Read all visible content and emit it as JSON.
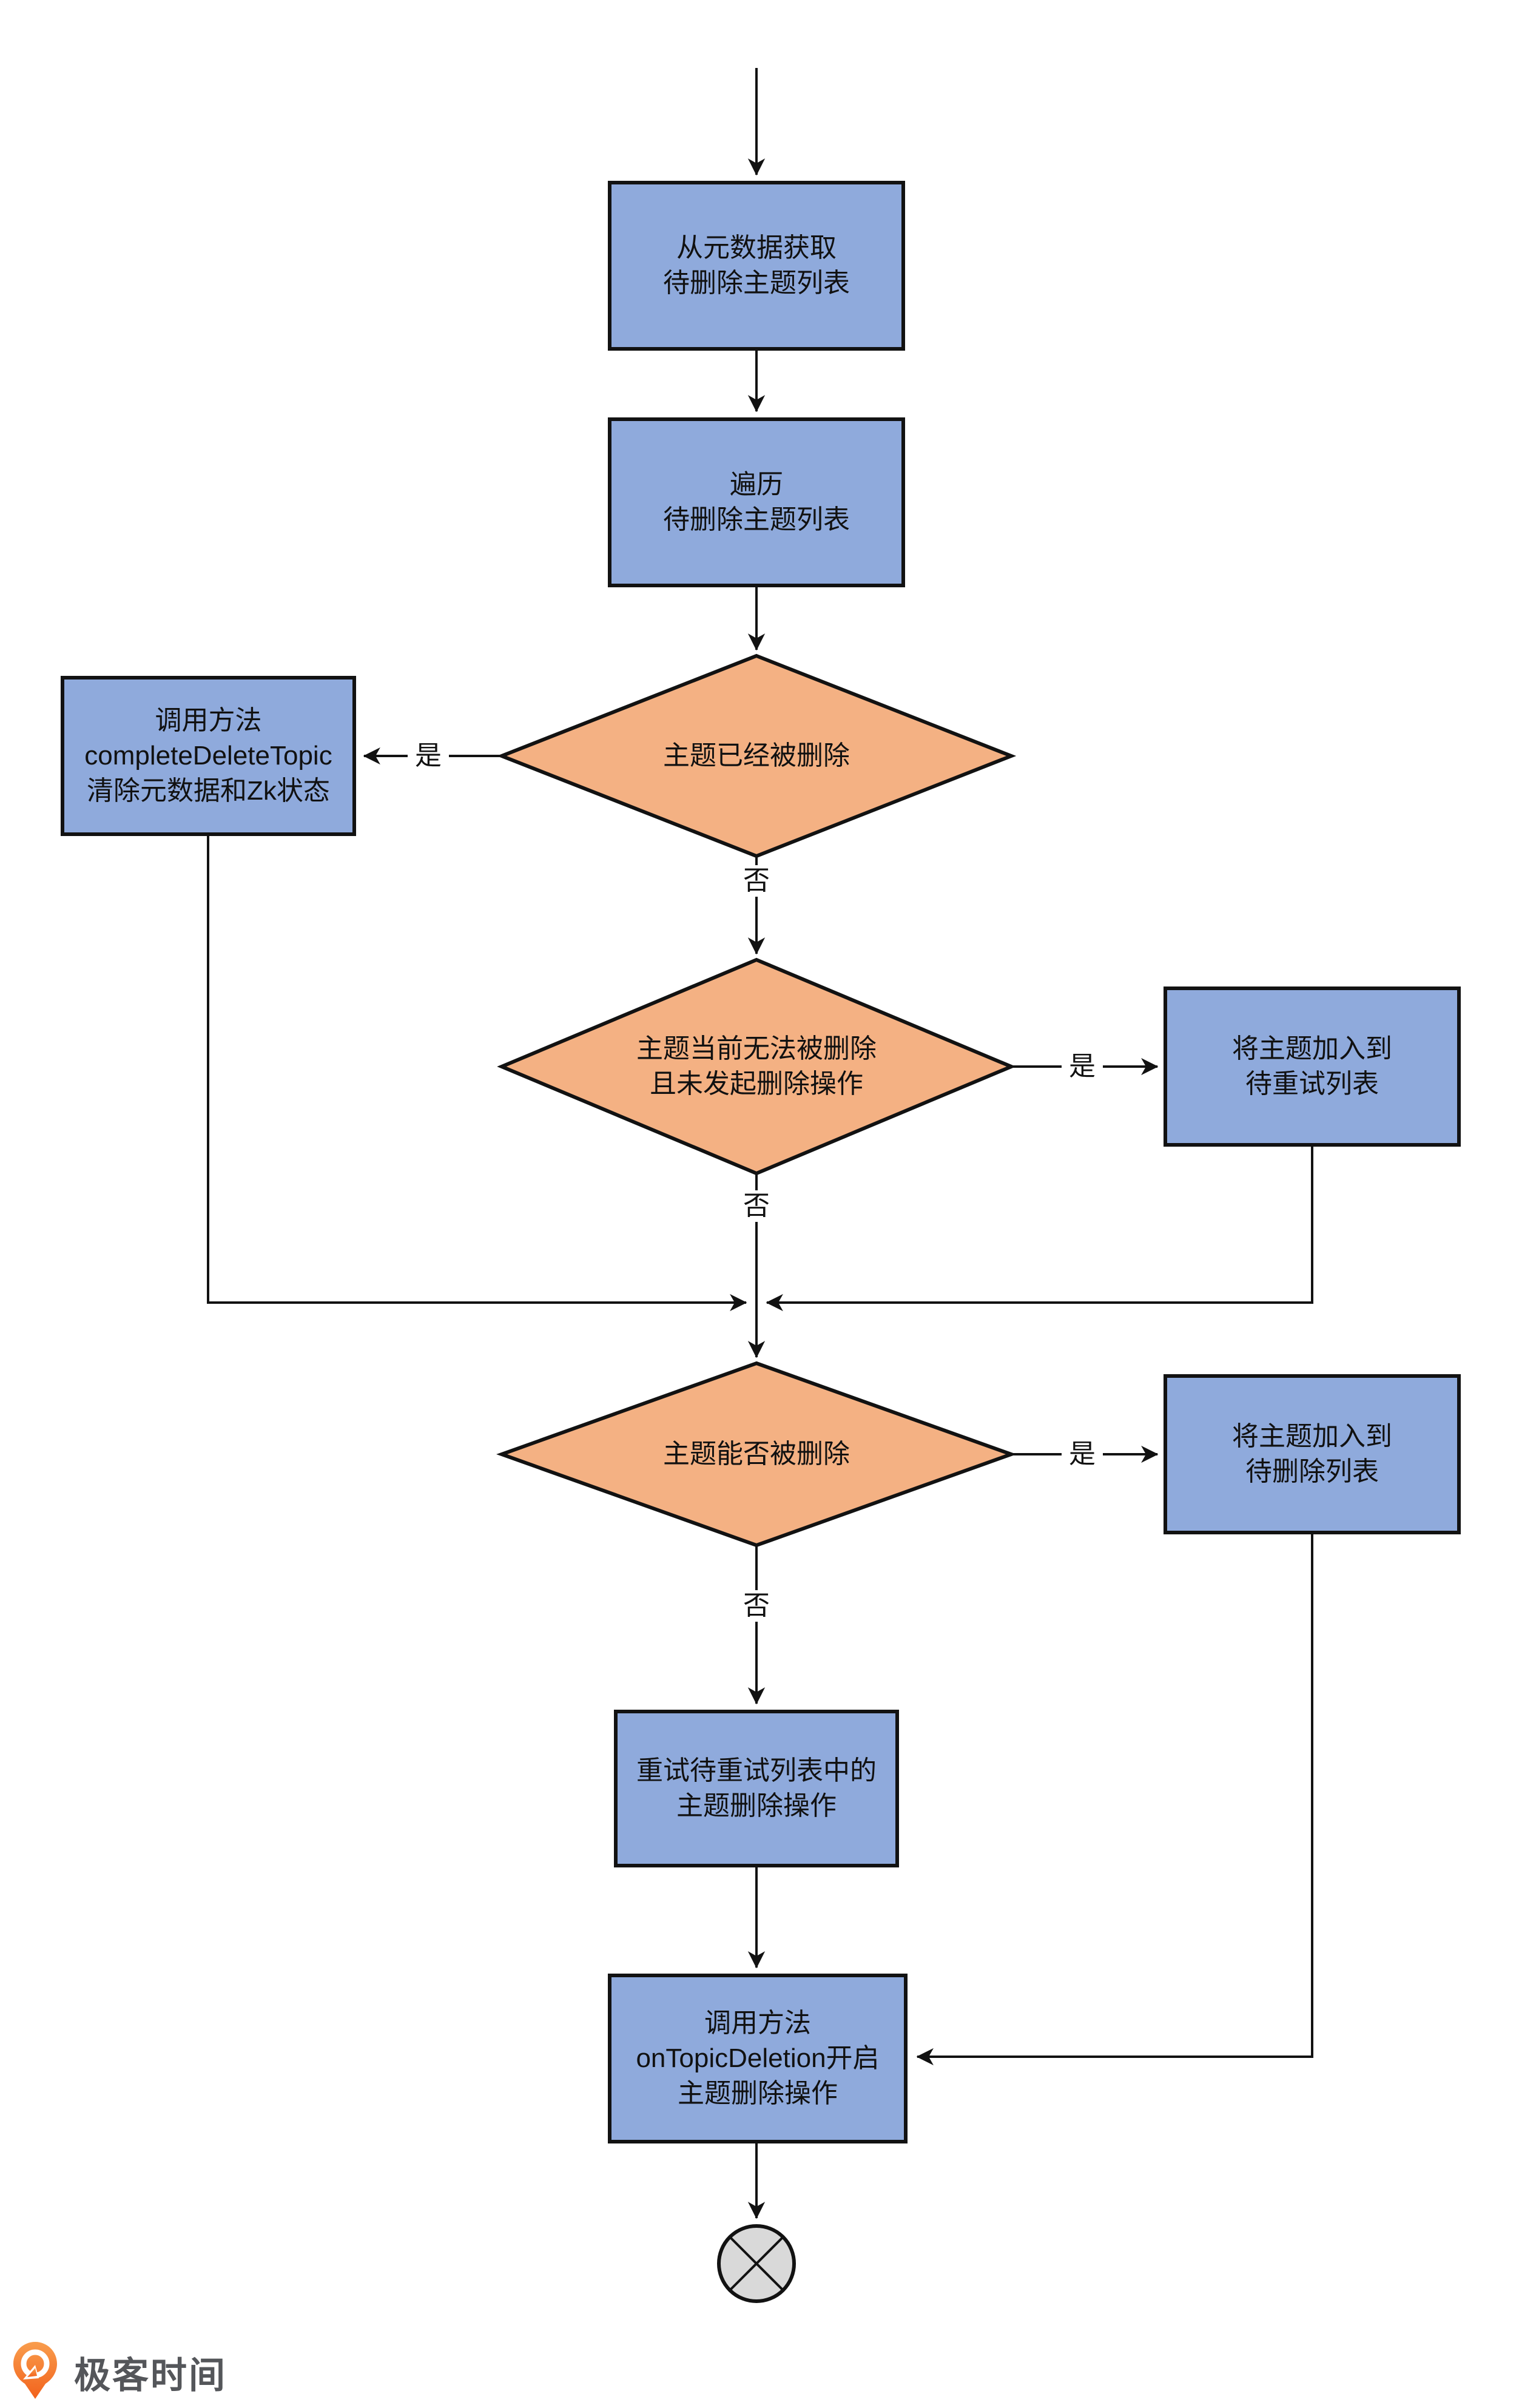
{
  "diagram": {
    "nodes": {
      "fetch_topics": {
        "label": "从元数据获取\n待删除主题列表"
      },
      "iterate": {
        "label": "遍历\n待删除主题列表"
      },
      "complete_delete": {
        "label": "调用方法\ncompleteDeleteTopic\n清除元数据和Zk状态"
      },
      "decision_deleted": {
        "label": "主题已经被删除"
      },
      "decision_cannot": {
        "label": "主题当前无法被删除\n且未发起删除操作"
      },
      "add_retry_list": {
        "label": "将主题加入到\n待重试列表"
      },
      "decision_can": {
        "label": "主题能否被删除"
      },
      "add_delete_list": {
        "label": "将主题加入到\n待删除列表"
      },
      "retry_operation": {
        "label": "重试待重试列表中的\n主题删除操作"
      },
      "on_topic_deletion": {
        "label": "调用方法\nonTopicDeletion开启\n主题删除操作"
      }
    },
    "labels": {
      "yes": "是",
      "no": "否"
    },
    "colors": {
      "process-fill": "#8FAADC",
      "decision-fill": "#F4B183",
      "terminator-fill": "#D9D9D9",
      "stroke": "#121212",
      "text": "#111111",
      "logo-orange-1": "#F99D4D",
      "logo-orange-2": "#F2621C",
      "brand-text": "#54565A"
    }
  },
  "footer": {
    "brand": "极客时间"
  }
}
